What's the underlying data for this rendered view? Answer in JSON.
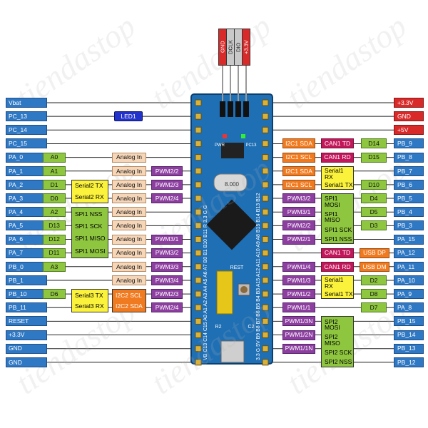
{
  "header_pins": [
    "GND",
    "DCLK",
    "DIO",
    "+3.3V"
  ],
  "left_pins": [
    "Vbat",
    "PC_13",
    "PC_14",
    "PC_15",
    "PA_0",
    "PA_1",
    "PA_2",
    "PA_3",
    "PA_4",
    "PA_5",
    "PA_6",
    "PA_7",
    "PB_0",
    "PB_1",
    "PB_10",
    "PB_11",
    "RESET",
    "+3.3V",
    "GND",
    "GND"
  ],
  "right_pins": [
    "+3.3V",
    "GND",
    "+5V",
    "PB_9",
    "PB_8",
    "PB_7",
    "PB_6",
    "PB_5",
    "PB_4",
    "PB_3",
    "PA_15",
    "PA_12",
    "PA_11",
    "PA_10",
    "PA_9",
    "PA_8",
    "PB_15",
    "PB_14",
    "PB_13",
    "PB_12"
  ],
  "left_green": [
    {
      "row": 4,
      "text": "A0"
    },
    {
      "row": 5,
      "text": "A1"
    },
    {
      "row": 6,
      "text": "D1"
    },
    {
      "row": 7,
      "text": "D0"
    },
    {
      "row": 8,
      "text": "A2"
    },
    {
      "row": 9,
      "text": "D13"
    },
    {
      "row": 10,
      "text": "D12"
    },
    {
      "row": 11,
      "text": "D11"
    },
    {
      "row": 12,
      "text": "A3"
    },
    {
      "row": 14,
      "text": "D6"
    }
  ],
  "left_yellow_groups": [
    {
      "start": 6,
      "items": [
        "Serial2 TX",
        "Serial2 RX"
      ]
    },
    {
      "start": 14,
      "items": [
        "Serial3 TX",
        "Serial3 RX"
      ]
    }
  ],
  "left_green_group": {
    "start": 8,
    "items": [
      "SPI1 NSS",
      "SPI1 SCK",
      "SPI1 MISO",
      "SPI1 MOSI"
    ]
  },
  "left_analog": [
    {
      "row": 4,
      "text": "Analog In"
    },
    {
      "row": 5,
      "text": "Analog In"
    },
    {
      "row": 6,
      "text": "Analog In"
    },
    {
      "row": 7,
      "text": "Analog In"
    },
    {
      "row": 8,
      "text": "Analog In"
    },
    {
      "row": 9,
      "text": "Analog In"
    },
    {
      "row": 10,
      "text": "Analog In"
    },
    {
      "row": 11,
      "text": "Analog In"
    },
    {
      "row": 12,
      "text": "Analog In"
    },
    {
      "row": 13,
      "text": "Analog In"
    }
  ],
  "left_i2c_group": {
    "start": 14,
    "items": [
      "I2C2 SCL",
      "I2C2 SDA"
    ]
  },
  "left_pwm": [
    {
      "row": 5,
      "text": "PWM2/2"
    },
    {
      "row": 6,
      "text": "PWM2/3"
    },
    {
      "row": 7,
      "text": "PWM2/4"
    },
    {
      "row": 10,
      "text": "PWM3/1"
    },
    {
      "row": 11,
      "text": "PWM3/2"
    },
    {
      "row": 12,
      "text": "PWM3/3"
    },
    {
      "row": 13,
      "text": "PWM3/4"
    },
    {
      "row": 14,
      "text": "PWM2/3"
    },
    {
      "row": 15,
      "text": "PWM2/4"
    }
  ],
  "led_label": "LED1",
  "right_orange": [
    {
      "row": 3,
      "text": "I2C1 SDA"
    },
    {
      "row": 4,
      "text": "I2C1 SCL"
    },
    {
      "row": 5,
      "text": "I2C1 SDA"
    },
    {
      "row": 6,
      "text": "I2C1 SCL"
    }
  ],
  "right_maroon": [
    {
      "row": 3,
      "text": "CAN1 TD"
    },
    {
      "row": 4,
      "text": "CAN1 RD"
    },
    {
      "row": 11,
      "text": "CAN1 TD"
    },
    {
      "row": 12,
      "text": "CAN1 RD"
    }
  ],
  "right_orange_usb": [
    {
      "row": 11,
      "text": "USB DP"
    },
    {
      "row": 12,
      "text": "USB DM"
    }
  ],
  "right_green": [
    {
      "row": 3,
      "text": "D14"
    },
    {
      "row": 4,
      "text": "D15"
    },
    {
      "row": 6,
      "text": "D10"
    },
    {
      "row": 7,
      "text": "D4"
    },
    {
      "row": 8,
      "text": "D5"
    },
    {
      "row": 9,
      "text": "D3"
    },
    {
      "row": 13,
      "text": "D2"
    },
    {
      "row": 14,
      "text": "D8"
    },
    {
      "row": 15,
      "text": "D7"
    }
  ],
  "right_yellow_groups": [
    {
      "start": 5,
      "items": [
        "Serial1 RX",
        "Serial1 TX"
      ]
    },
    {
      "start": 13,
      "items": [
        "Serial1 RX",
        "Serial1 TX"
      ]
    }
  ],
  "right_spi1_group": {
    "start": 7,
    "items": [
      "SPI1 MOSI",
      "SPI1 MISO",
      "SPI1 SCK",
      "SPI1 NSS"
    ]
  },
  "right_spi2_group": {
    "start": 16,
    "items": [
      "SPI2 MOSI",
      "SPI2 MISO",
      "SPI2 SCK",
      "SPI2 NSS"
    ]
  },
  "right_pwm": [
    {
      "row": 7,
      "text": "PWM3/2"
    },
    {
      "row": 8,
      "text": "PWM3/1"
    },
    {
      "row": 9,
      "text": "PWM2/2"
    },
    {
      "row": 10,
      "text": "PWM2/1"
    },
    {
      "row": 12,
      "text": "PWM1/4"
    },
    {
      "row": 13,
      "text": "PWM1/3"
    },
    {
      "row": 14,
      "text": "PWM1/2"
    },
    {
      "row": 15,
      "text": "PWM1/1"
    },
    {
      "row": 16,
      "text": "PWM1/3N"
    },
    {
      "row": 17,
      "text": "PWM1/2N"
    },
    {
      "row": 18,
      "text": "PWM1/1N"
    }
  ],
  "board": {
    "crystal_text": "8.000",
    "reset_label": "REST",
    "pwr_label": "PWR",
    "pc13_label": "PC13",
    "r2_label": "R2",
    "c2_label": "C2",
    "left_edge_text": "VB C13 C14 C15 A0 A1 A2 A3 A4 A5 A6 A7 B0 B1 B10 B11 R 3.3 G G",
    "right_edge_text": "3.3 G 5V B9 B8 B7 B6 B5 B4 B3 A15 A12 A11 A10 A9 A8 B15 B14 B13 B12"
  },
  "watermark": "tiendastop"
}
